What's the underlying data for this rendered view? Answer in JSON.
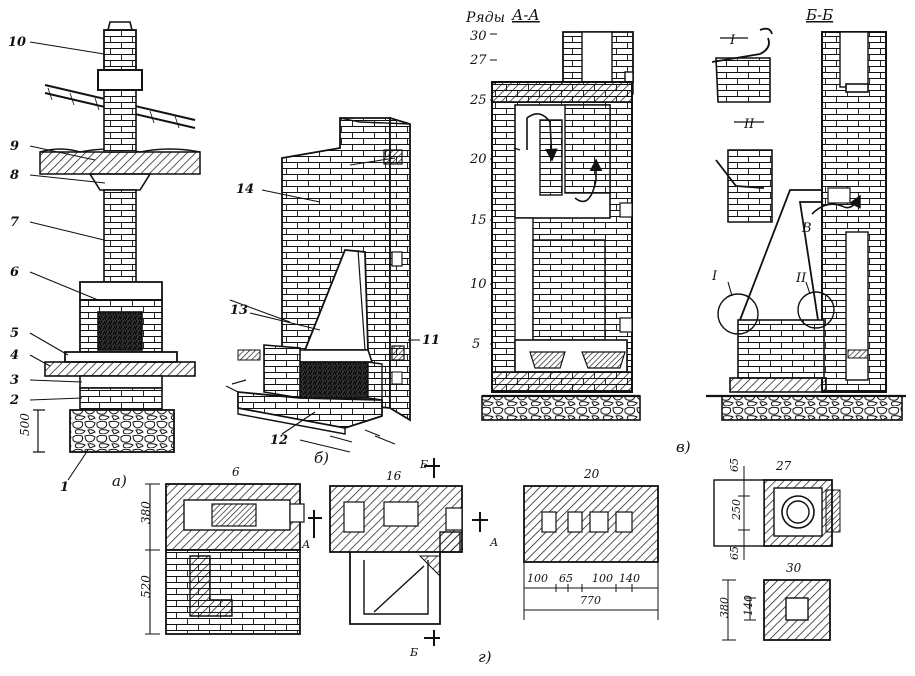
{
  "callouts": {
    "c1": "1",
    "c2": "2",
    "c3": "3",
    "c4": "4",
    "c5": "5",
    "c6": "6",
    "c7": "7",
    "c8": "8",
    "c9": "9",
    "c10": "10",
    "c11": "11",
    "c12": "12",
    "c13": "13",
    "c14": "14"
  },
  "panels": {
    "a": "а)",
    "b": "б)",
    "v": "в)",
    "g": "г)"
  },
  "dims": {
    "foundation": "500",
    "plan6_top": "380",
    "plan6_bottom": "520",
    "plan20_w1": "100",
    "plan20_w2": "65",
    "plan20_w3": "100",
    "plan20_w4": "140",
    "plan20_total": "770",
    "plan27_a": "65",
    "plan27_b": "250",
    "plan27_c": "65",
    "plan30_h": "380",
    "plan30_i": "140"
  },
  "section_aa": {
    "title": "А-А",
    "rows_label": "Ряды",
    "rows": [
      "30",
      "27",
      "25",
      "20",
      "15",
      "10",
      "5"
    ]
  },
  "section_bb": {
    "title": "Б-Б",
    "detail_1": "I",
    "detail_2": "II",
    "flow": "В"
  },
  "details": {
    "d1": "I",
    "d2": "II"
  },
  "plans": {
    "p6": "6",
    "p16": "16",
    "p20": "20",
    "p27": "27",
    "p30": "30",
    "cut_a": "А",
    "cut_b": "Б"
  }
}
